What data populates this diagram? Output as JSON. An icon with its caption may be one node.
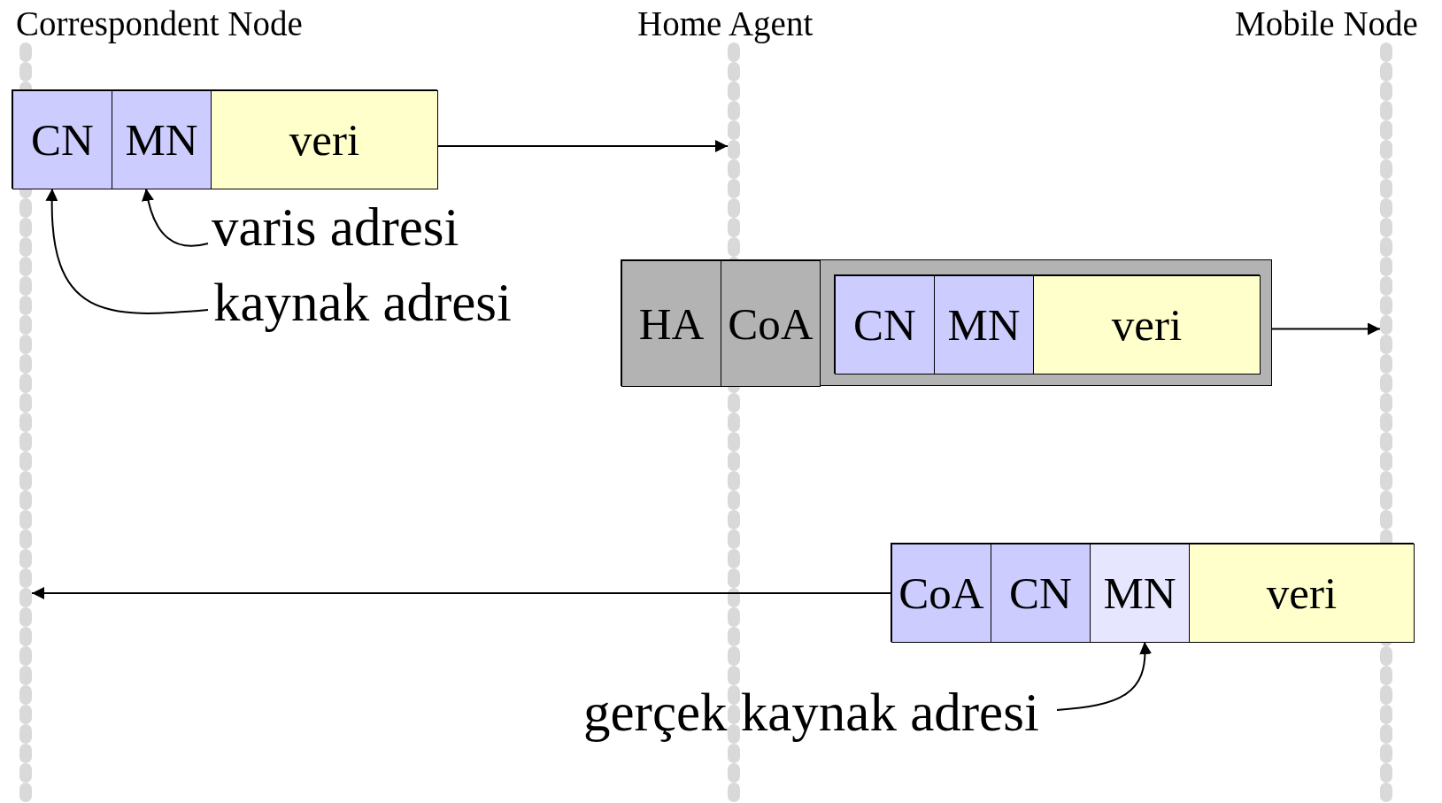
{
  "diagram": {
    "nodes": [
      {
        "text": [],
        "shape": "bar"
      },
      {
        "text": [],
        "shape": "bar"
      },
      {
        "text": [],
        "shape": "bar"
      },
      {
        "text": [],
        "shape": "box"
      },
      {
        "text": [
          "CN"
        ],
        "in": 3
      },
      {
        "text": [
          "MN"
        ],
        "in": 3
      },
      {
        "text": [
          "veri"
        ],
        "in": 3
      },
      {
        "text": [
          "varis adresi"
        ]
      },
      {
        "text": [
          "kaynak adresi"
        ]
      },
      {
        "text": [],
        "shape": "box"
      },
      {
        "text": [
          "HA"
        ],
        "in": 9
      },
      {
        "text": [
          "CoA"
        ],
        "in": 9
      },
      {
        "text": [],
        "shape": "box",
        "in": 9
      },
      {
        "text": [
          "CN"
        ],
        "in": 12
      },
      {
        "text": [
          "MN"
        ],
        "in": 12
      },
      {
        "text": [
          "veri"
        ],
        "in": 12
      },
      {
        "text": [],
        "shape": "box"
      },
      {
        "text": [
          "CoA"
        ],
        "in": 16
      },
      {
        "text": [
          "CN"
        ],
        "in": 16
      },
      {
        "text": [
          "MN"
        ],
        "in": 16
      },
      {
        "text": [
          "veri"
        ],
        "in": 16
      },
      {
        "text": [
          "gerçek kaynak adresi"
        ]
      }
    ],
    "edges": [
      {
        "from": 3,
        "to": 1,
        "arrow": "to"
      },
      {
        "from": 9,
        "to": 2,
        "arrow": "to"
      },
      {
        "from": 16,
        "to": 0,
        "arrow": "to"
      },
      {
        "from": 7,
        "to": 5,
        "arrow": "to"
      },
      {
        "from": 8,
        "to": 4,
        "arrow": "to"
      },
      {
        "from": 21,
        "to": 19,
        "arrow": "to"
      }
    ],
    "labels": [
      "Correspondent Node",
      "Home Agent",
      "Mobile Node"
    ]
  }
}
